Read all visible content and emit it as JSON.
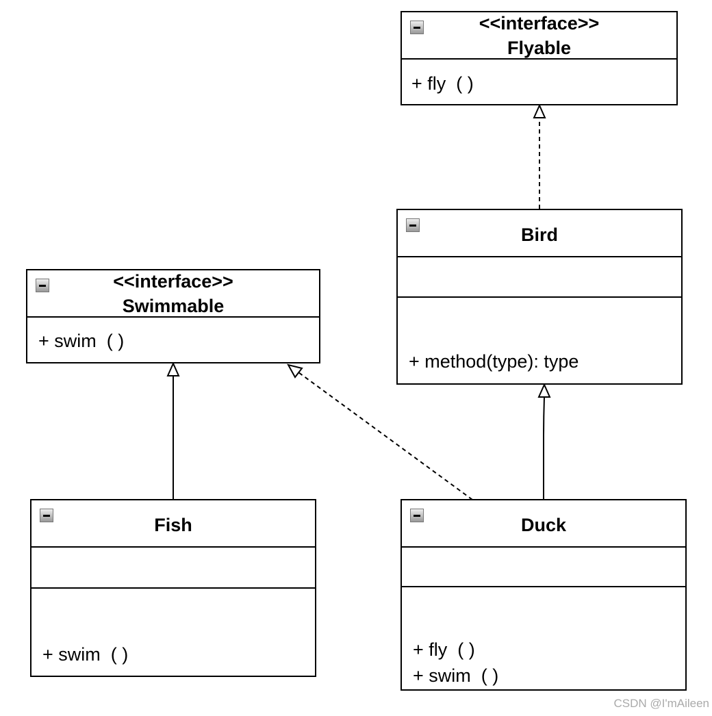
{
  "classes": {
    "flyable": {
      "stereotype": "<<interface>>",
      "name": "Flyable",
      "methods": [
        "+ fly  ( )"
      ]
    },
    "bird": {
      "name": "Bird",
      "methods": [
        "+ method(type): type"
      ]
    },
    "swimmable": {
      "stereotype": "<<interface>>",
      "name": "Swimmable",
      "methods": [
        "+ swim  ( )"
      ]
    },
    "fish": {
      "name": "Fish",
      "methods": [
        "+ swim  ( )"
      ]
    },
    "duck": {
      "name": "Duck",
      "methods": [
        "+ fly  ( )",
        "+ swim  ( )"
      ]
    }
  },
  "relations": [
    {
      "from": "Bird",
      "to": "Flyable",
      "type": "realization"
    },
    {
      "from": "Fish",
      "to": "Swimmable",
      "type": "generalization"
    },
    {
      "from": "Duck",
      "to": "Swimmable",
      "type": "realization"
    },
    {
      "from": "Duck",
      "to": "Bird",
      "type": "generalization"
    }
  ],
  "watermark": "CSDN @I'mAileen"
}
